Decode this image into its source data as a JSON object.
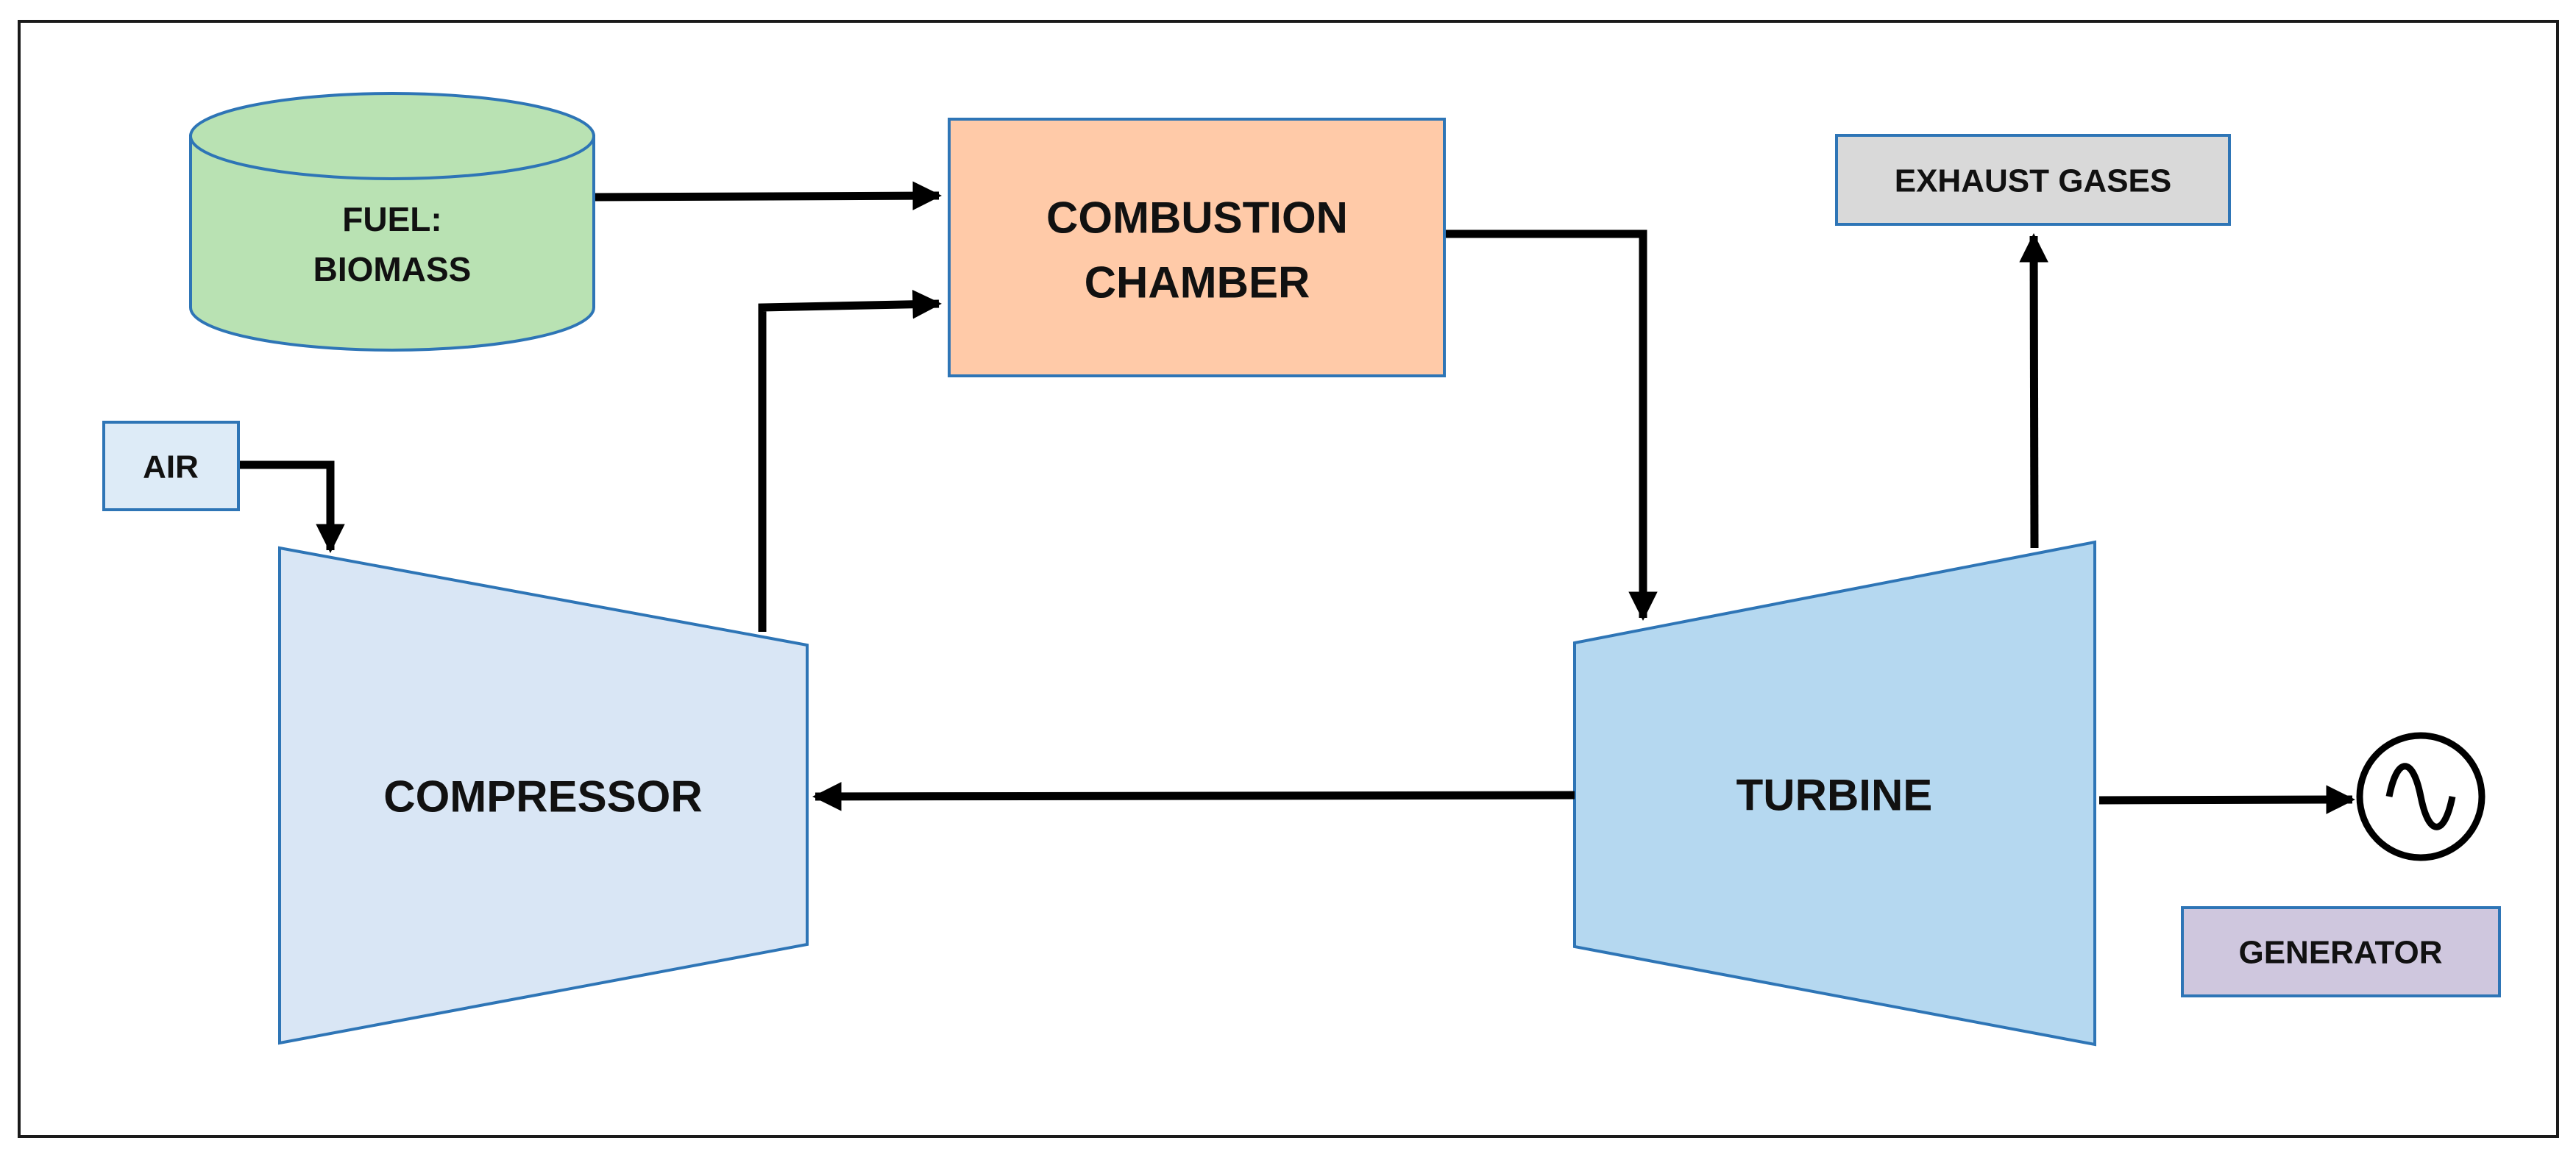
{
  "diagram": {
    "fuel": {
      "line1": "FUEL:",
      "line2": "BIOMASS",
      "fill": "#b9e2b3",
      "stroke": "#2e75b6"
    },
    "combustion_chamber": {
      "line1": "COMBUSTION",
      "line2": "CHAMBER",
      "fill": "#ffcaa8",
      "stroke": "#2e75b6"
    },
    "exhaust_gases": {
      "label": "EXHAUST GASES",
      "fill": "#d9d9d9",
      "stroke": "#2e75b6"
    },
    "air": {
      "label": "AIR",
      "fill": "#ddebf7",
      "stroke": "#2e75b6"
    },
    "compressor": {
      "label": "COMPRESSOR",
      "fill": "#d9e6f5",
      "stroke": "#2e75b6"
    },
    "turbine": {
      "label": "TURBINE",
      "fill": "#b5d8f0",
      "stroke": "#2e75b6"
    },
    "generator": {
      "label": "GENERATOR",
      "fill": "#cfc7de",
      "stroke": "#2e75b6",
      "symbol": "alternating-current-icon"
    },
    "arrow_color": "#000000"
  }
}
